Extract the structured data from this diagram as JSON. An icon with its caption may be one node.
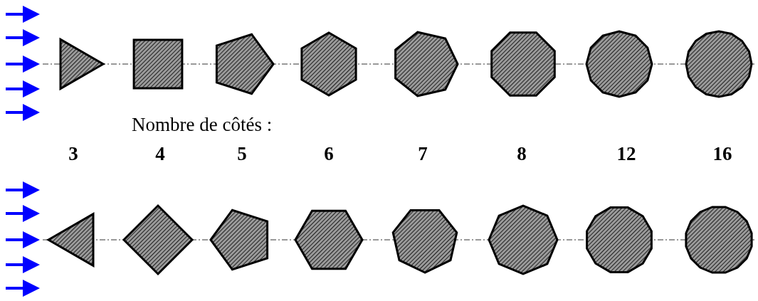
{
  "diagram": {
    "labels": [
      "Nombre de côtés :",
      "3",
      "4",
      "5",
      "6",
      "7",
      "8",
      "12",
      "16"
    ]
  }
}
